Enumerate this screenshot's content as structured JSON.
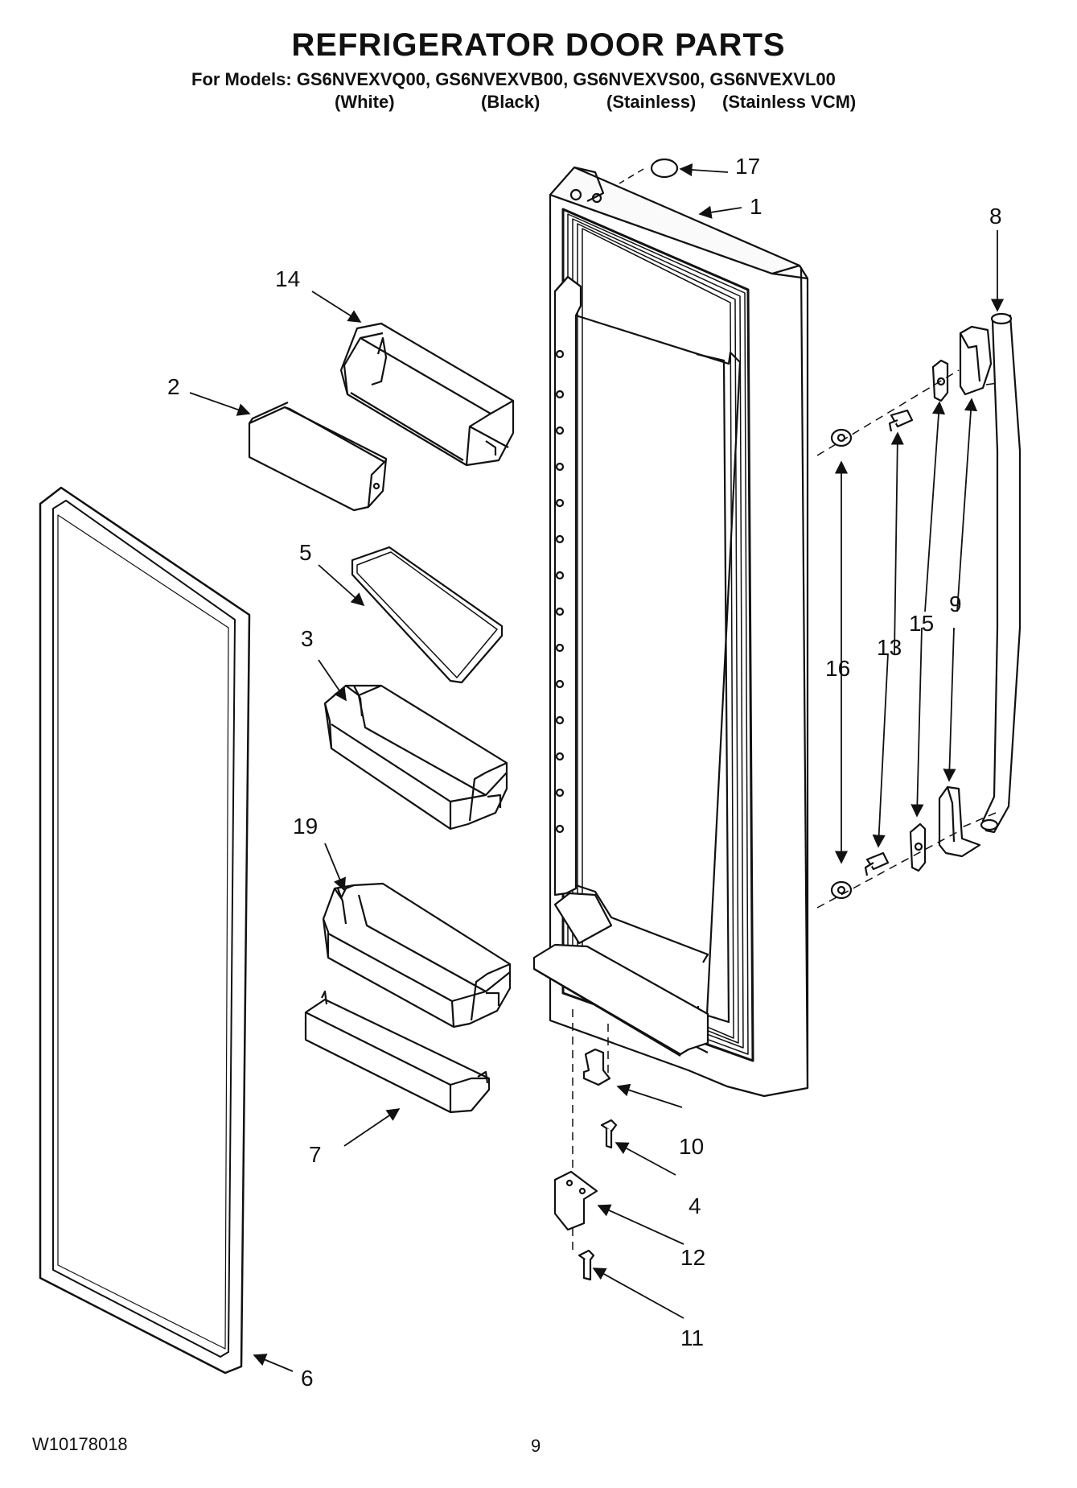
{
  "header": {
    "title": "REFRIGERATOR DOOR PARTS",
    "models_line": "For Models: GS6NVEXVQ00, GS6NVEXVB00, GS6NVEXVS00, GS6NVEXVL00",
    "variants": [
      "(White)",
      "(Black)",
      "(Stainless)",
      "(Stainless VCM)"
    ]
  },
  "callouts": {
    "p1": "1",
    "p2": "2",
    "p3": "3",
    "p4": "4",
    "p5": "5",
    "p6": "6",
    "p7": "7",
    "p8": "8",
    "p9": "9",
    "p10": "10",
    "p11": "11",
    "p12": "12",
    "p13": "13",
    "p14": "14",
    "p15": "15",
    "p16": "16",
    "p17": "17",
    "p19": "19"
  },
  "footer": {
    "doc_number": "W10178018",
    "page_number": "9"
  }
}
